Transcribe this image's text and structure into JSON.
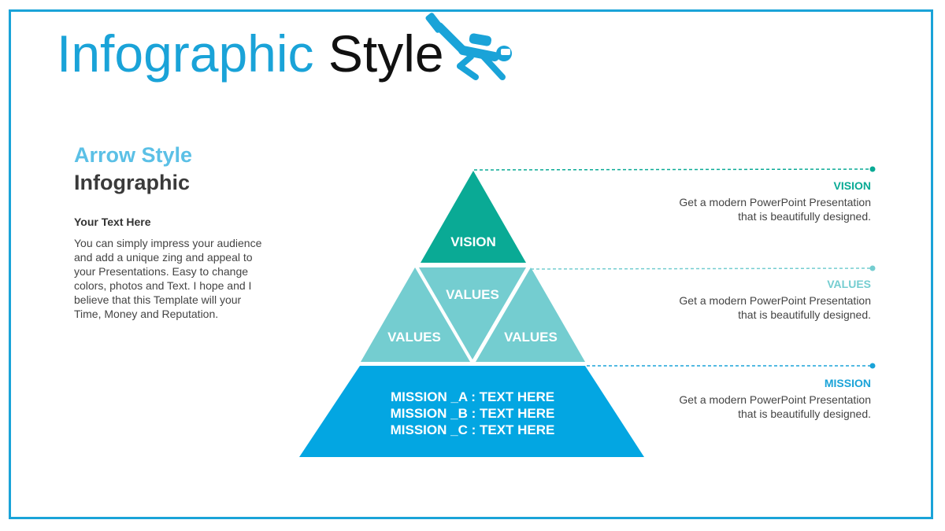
{
  "title": {
    "part1": "Infographic",
    "part2": "Style"
  },
  "sidebar": {
    "heading_line1": "Arrow Style",
    "heading_line2": "Infographic",
    "subheading": "Your Text  Here",
    "body": "You can simply impress your audience and add a unique zing and appeal to your Presentations. Easy to change colors, photos and Text. I hope and I believe that this Template will your Time, Money and Reputation."
  },
  "pyramid": {
    "top": "VISION",
    "middle_left": "VALUES",
    "middle_center": "VALUES",
    "middle_right": "VALUES",
    "base_lines": [
      "MISSION _A : TEXT HERE",
      "MISSION _B : TEXT HERE",
      "MISSION _C : TEXT HERE"
    ]
  },
  "labels": [
    {
      "title": "VISION",
      "desc": "Get a modern PowerPoint Presentation that is beautifully designed.",
      "color": "#0aaa95"
    },
    {
      "title": "VALUES",
      "desc": "Get a modern PowerPoint Presentation that is beautifully designed.",
      "color": "#74cdd0"
    },
    {
      "title": "MISSION",
      "desc": "Get a modern PowerPoint Presentation that is beautifully designed.",
      "color": "#1aa3d8"
    }
  ],
  "colors": {
    "frame": "#1aa3d8",
    "vision": "#0aaa95",
    "values": "#74cdd0",
    "mission": "#03a6e2"
  },
  "icons": {
    "title_icon": "scuba-diver-icon"
  }
}
